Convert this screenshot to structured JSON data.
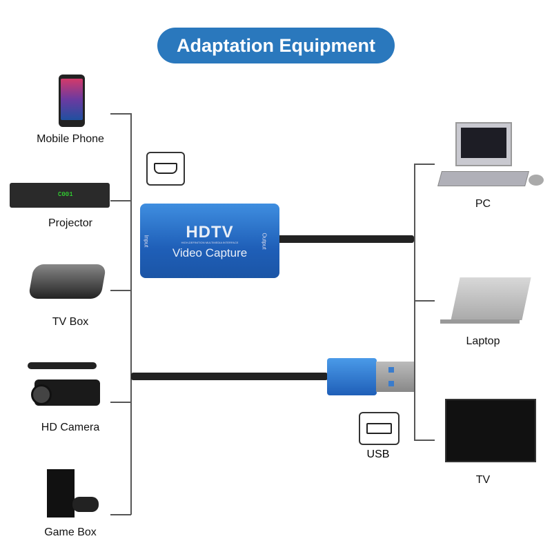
{
  "title": "Adaptation Equipment",
  "left_items": [
    {
      "label": "Mobile Phone"
    },
    {
      "label": "Projector"
    },
    {
      "label": "TV Box"
    },
    {
      "label": "HD Camera"
    },
    {
      "label": "Game Box"
    }
  ],
  "right_items": [
    {
      "label": "PC"
    },
    {
      "label": "Laptop"
    },
    {
      "label": "TV"
    }
  ],
  "device": {
    "brand": "HDTV",
    "subtitle": "HIGH-DEFINITION MULTIMEDIA INTERFACE",
    "name": "Video Capture",
    "input_label": "Input",
    "output_label": "Output"
  },
  "usb_label": "USB",
  "projector_display": "C001",
  "colors": {
    "accent": "#2a78bd",
    "device": "#2a6fcf"
  }
}
